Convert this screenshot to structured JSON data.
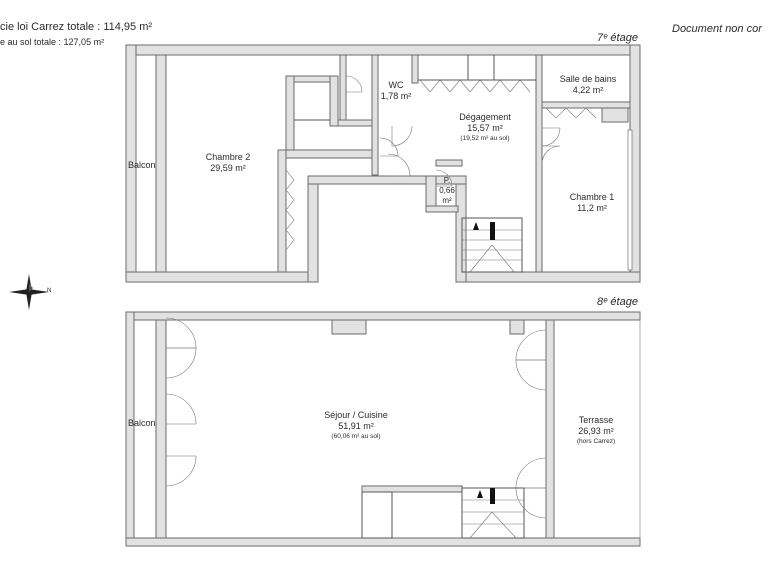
{
  "header": {
    "carrez_total": "cie loi Carrez totale :  114,95 m²",
    "floor_total": "e au sol totale :  127,05 m²",
    "notice": "Document non cor"
  },
  "levels": {
    "floor7": "7ᵉ étage",
    "floor8": "8ᵉ étage"
  },
  "rooms": {
    "balcon_7": {
      "name": "Balcon"
    },
    "chambre2": {
      "name": "Chambre 2",
      "area": "29,59 m²"
    },
    "wc": {
      "name": "WC",
      "area": "1,78 m²"
    },
    "degagement": {
      "name": "Dégagement",
      "area": "15,57 m²",
      "note": "(19,52 m² au sol)"
    },
    "salle_bains": {
      "name": "Salle de bains",
      "area": "4,22 m²"
    },
    "placard": {
      "name": "P.",
      "area": "0,66",
      "unit": "m²"
    },
    "chambre1": {
      "name": "Chambre 1",
      "area": "11,2 m²"
    },
    "balcon_8": {
      "name": "Balcon"
    },
    "sejour": {
      "name": "Séjour / Cuisine",
      "area": "51,91 m²",
      "note": "(60,06 m² au sol)"
    },
    "terrasse": {
      "name": "Terrasse",
      "area": "26,93 m²",
      "note": "(hors Carrez)"
    }
  },
  "compass": {
    "label": "N",
    "icon": "compass-rose-icon"
  },
  "colors": {
    "wall": "#e2e2e2",
    "line": "#555555",
    "text": "#2b2b2b"
  }
}
